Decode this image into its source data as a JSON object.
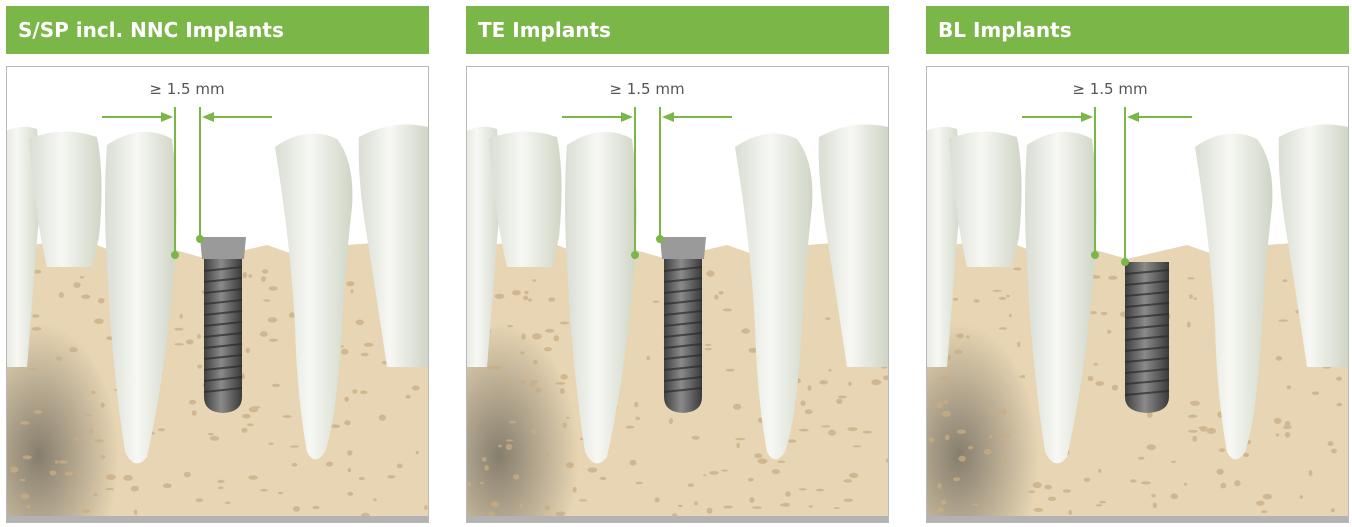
{
  "panels": [
    {
      "title": "S/SP incl. NNC Implants",
      "measurement_label": "≥ 1.5 mm",
      "implant_type": "tissue-level implant with machined neck above bone"
    },
    {
      "title": "TE Implants",
      "measurement_label": "≥ 1.5 mm",
      "implant_type": "tapered tissue-level implant with machined neck above bone"
    },
    {
      "title": "BL Implants",
      "measurement_label": "≥ 1.5 mm",
      "implant_type": "bone-level implant flush with bone crest"
    }
  ],
  "colors": {
    "header_bg": "#7ab648",
    "header_text": "#ffffff",
    "measure_line": "#7ab648",
    "bone": "#e7d5b3",
    "bone_pores": "#c9ad84",
    "tooth": "#eef1ea",
    "implant": "#5b5b5b",
    "frame_border": "#b9b9b9",
    "bottom_bar": "#b3b3b3"
  }
}
